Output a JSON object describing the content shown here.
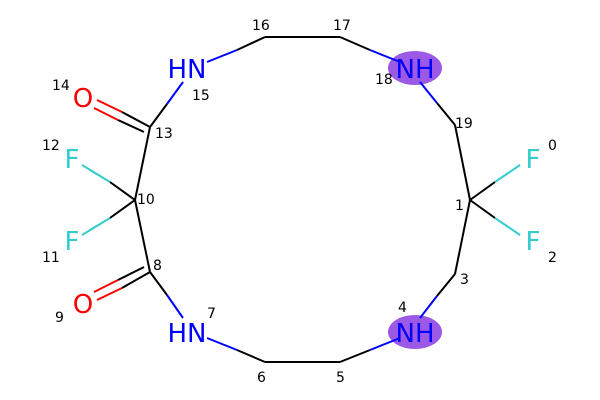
{
  "colors": {
    "background": "#ffffff",
    "carbon_bond": "#000000",
    "nitrogen": "#0000ff",
    "oxygen": "#ff0000",
    "fluorine": "#33cccc",
    "highlight": "#9b59e6"
  },
  "atoms": {
    "F0": "F",
    "F2": "F",
    "F11": "F",
    "F12": "F",
    "O9": "O",
    "O14": "O",
    "N4": "NH",
    "N7": "HN",
    "N15": "HN",
    "N18": "NH"
  },
  "indices": [
    "0",
    "1",
    "2",
    "3",
    "4",
    "5",
    "6",
    "7",
    "8",
    "9",
    "10",
    "11",
    "12",
    "13",
    "14",
    "15",
    "16",
    "17",
    "18",
    "19"
  ],
  "highlighted_atoms": [
    "4",
    "18"
  ]
}
